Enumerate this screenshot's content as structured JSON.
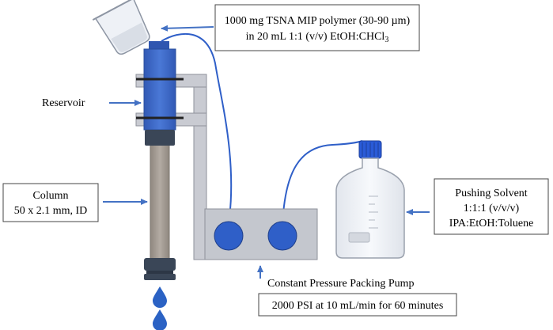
{
  "labels": {
    "polymer_line1": "1000 mg TSNA MIP polymer (30-90 µm)",
    "polymer_line2_prefix": "in 20 mL 1:1 (v/v) EtOH:CHCl",
    "polymer_line2_sub": "3",
    "reservoir": "Reservoir",
    "column_line1": "Column",
    "column_line2": "50 x 2.1 mm, ID",
    "solvent_line1": "Pushing Solvent",
    "solvent_line2": "1:1:1 (v/v/v)",
    "solvent_line3": "IPA:EtOH:Toluene",
    "pump_title": "Constant Pressure Packing Pump",
    "pump_conditions": "2000 PSI at 10 mL/min for 60 minutes"
  },
  "colors": {
    "arrow_blue": "#4472c4",
    "tube_blue": "#2f5fc8",
    "reservoir_blue": "#3a66c4",
    "dark_fitting": "#3a4657",
    "column_tan": "#a39b93",
    "bracket_gray": "#c9cbd2",
    "pump_body": "#c4c7ce",
    "pump_head_blue": "#2f5fc8",
    "bottle_cap": "#2a5bd7",
    "droplet_blue": "#2b62c4"
  },
  "icons": {
    "beaker": "beaker-icon",
    "bottle": "solvent-bottle-icon",
    "droplet": "droplet-icon"
  }
}
